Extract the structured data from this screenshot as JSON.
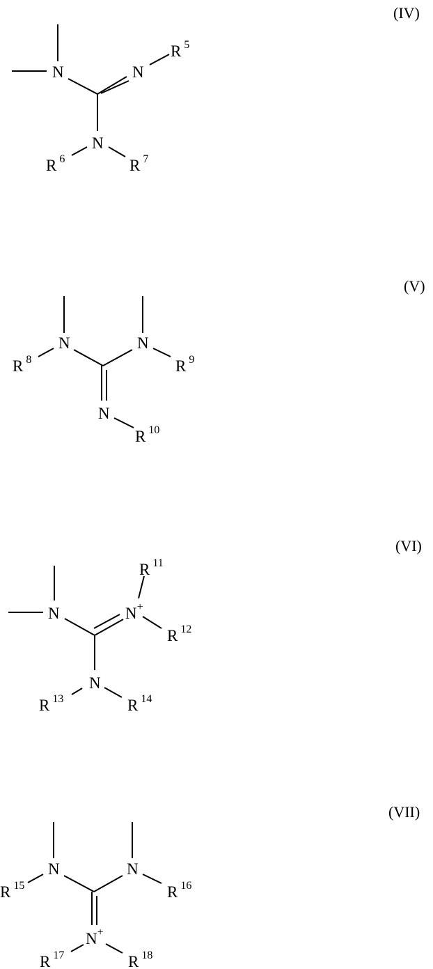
{
  "structures": [
    {
      "id": "IV",
      "label": "(IV)",
      "N": "N",
      "R": "R",
      "r5": "5",
      "r6": "6",
      "r7": "7"
    },
    {
      "id": "V",
      "label": "(V)",
      "N": "N",
      "R": "R",
      "r8": "8",
      "r9": "9",
      "r10": "10"
    },
    {
      "id": "VI",
      "label": "(VI)",
      "N": "N",
      "plus": "+",
      "R": "R",
      "r11": "11",
      "r12": "12",
      "r13": "13",
      "r14": "14"
    },
    {
      "id": "VII",
      "label": "(VII)",
      "N": "N",
      "plus": "+",
      "R": "R",
      "r15": "15",
      "r16": "16",
      "r17": "17",
      "r18": "18"
    }
  ]
}
